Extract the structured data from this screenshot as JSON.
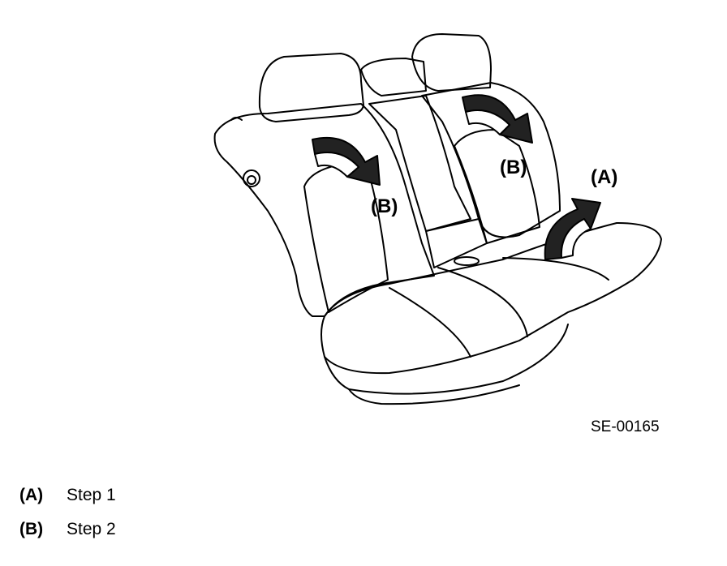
{
  "figure": {
    "callouts": {
      "left_b": "(B)",
      "right_b": "(B)",
      "a": "(A)"
    },
    "figure_id": "SE-00165",
    "icons": [
      "rear-seat-illustration",
      "fold-arrow-icon",
      "lift-arrow-icon"
    ]
  },
  "legend": {
    "items": [
      {
        "key": "(A)",
        "text": "Step 1"
      },
      {
        "key": "(B)",
        "text": "Step 2"
      }
    ]
  },
  "colors": {
    "line": "#000000",
    "arrow_fill": "#222222",
    "arrow_light": "#ffffff",
    "background": "#ffffff"
  }
}
